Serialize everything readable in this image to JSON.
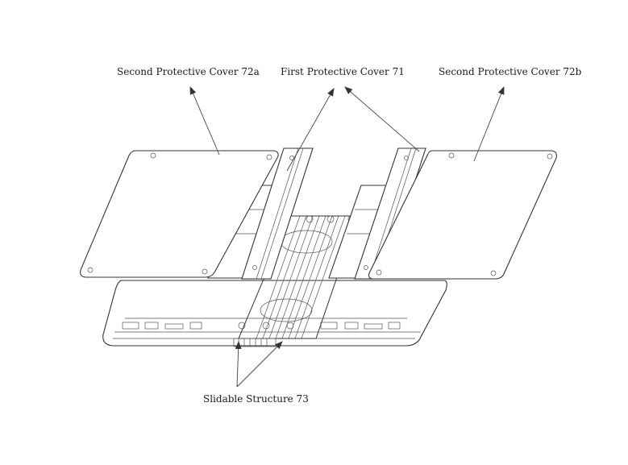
{
  "labels": {
    "second_cover_a": "Second Protective Cover 72a",
    "first_cover": "First Protective Cover 71",
    "second_cover_b": "Second Protective Cover 72b",
    "slidable": "Slidable Structure 73"
  },
  "colors": {
    "line": "#333333",
    "text": "#1a1a1a",
    "background": "#ffffff"
  }
}
